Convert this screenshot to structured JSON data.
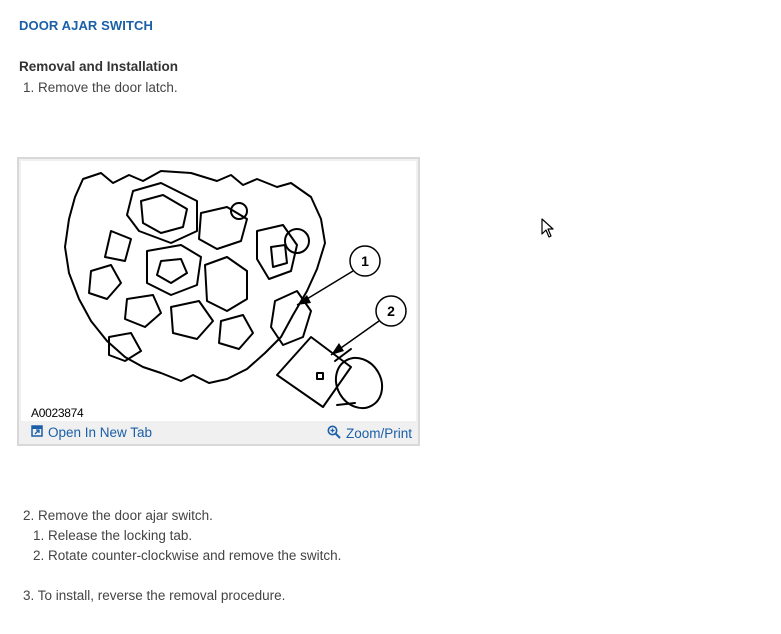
{
  "document": {
    "title": "DOOR AJAR SWITCH",
    "section_heading": "Removal and Installation",
    "steps": [
      {
        "text": "1. Remove the door latch."
      },
      {
        "text": "2. Remove the door ajar switch.",
        "substeps": [
          "1. Release the locking tab.",
          "2. Rotate counter-clockwise and remove the switch."
        ]
      },
      {
        "text": "3. To install, reverse the removal procedure."
      }
    ]
  },
  "figure": {
    "image_id": "A0023874",
    "callouts": [
      "1",
      "2"
    ],
    "open_tab_label": "Open In New Tab",
    "zoom_label": "Zoom/Print",
    "open_tab_icon": "open-in-new-tab-icon",
    "zoom_icon": "magnifier-zoom-icon",
    "link_color": "#1a5fa8"
  }
}
